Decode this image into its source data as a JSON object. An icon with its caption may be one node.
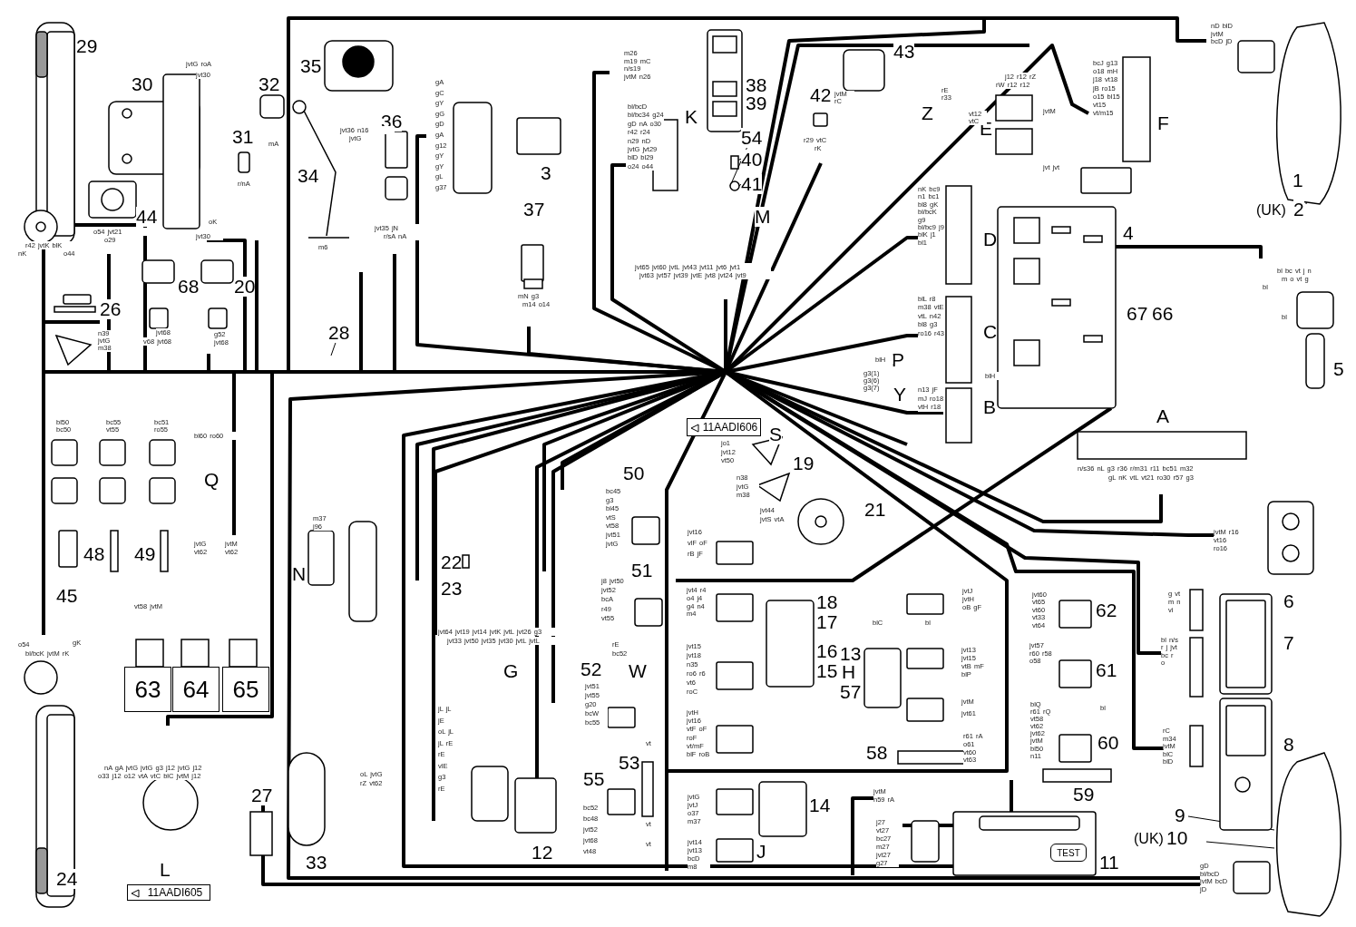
{
  "diagram": {
    "nodes": [
      {
        "text": [
          "63"
        ]
      },
      {
        "text": [
          "64"
        ]
      },
      {
        "text": [
          "65"
        ]
      },
      {
        "text": [
          "11AADI606"
        ]
      },
      {
        "text": [
          "11AADI605"
        ]
      },
      {
        "text": [
          "TEST"
        ]
      }
    ],
    "labels": [
      "29",
      "30",
      "32",
      "31",
      "35",
      "36",
      "34",
      "44",
      "68",
      "20",
      "26",
      "28",
      "3",
      "37",
      "38",
      "39",
      "K",
      "54",
      "40",
      "41",
      "M",
      "42",
      "43",
      "Z",
      "E",
      "F",
      "D",
      "C",
      "B",
      "P",
      "Y",
      "1",
      "(UK)",
      "2",
      "4",
      "67",
      "66",
      "5",
      "A",
      "6",
      "7",
      "8",
      "9",
      "(UK)",
      "10",
      "11",
      "S",
      "19",
      "21",
      "50",
      "51",
      "52",
      "W",
      "53",
      "55",
      "12",
      "22",
      "23",
      "G",
      "N",
      "18",
      "17",
      "16",
      "15",
      "13",
      "H",
      "57",
      "58",
      "62",
      "61",
      "60",
      "59",
      "14",
      "J",
      "Q",
      "48",
      "49",
      "45",
      "24",
      "L",
      "33",
      "27",
      "jvtG roA",
      "jvt30",
      "jvt30",
      "oK",
      "r/nA",
      "mA",
      "jvt36 n16",
      "jvtG",
      "m6",
      "jvt35 jN",
      "r/sA nA",
      "r42 jvtK blK",
      "nK",
      "o44",
      "o54 jvt21",
      "o29",
      "n39 jvtG m38",
      "v68 jvt68",
      "jvt68",
      "g52 jvt68",
      "mN g3",
      "m14 o14",
      "m26 m19 mC n/s19 jvtM n26",
      "gA gC gY gG gD gA g12 gY gY gL g37",
      "bl/bcD bl/bc34 g24 gD nA o30 r42 r24 n29 nD jvtG jvt29 blD bl29 o24 o44",
      "jvt65 jvt60 jvtL jvt43 jvt11 jvt6 jvt1",
      "jvt63 jvt57 jvt39 jvtE jvt8 jvt24 jvt9",
      "jvtM rC",
      "r29 vtC",
      "rK",
      "rE r33",
      "vt12 vtC",
      "j12 r12 rZ",
      "rW r12 r12",
      "jvtM",
      "jvt jvt",
      "bcJ g13 o18 mH j18 vt18 jB ro15 o15 bl15 vt15 vt/m15",
      "nD blD jvtM bcD jD",
      "nK bc9 n1 bc1 bl8 gK bl/bcK g9 bl/bc9 j9 blK j1 bl1",
      "blL r8 m38 vtE vtL n42 bl8 g3 ro16 r43",
      "blH",
      "n13 jF mJ ro18 vtH r18",
      "blH",
      "g3(1) g3(6) g3(7)",
      "bl bc vt j n",
      "m o vt g",
      "bl",
      "bl",
      "n/s36 nL g3 r36 r/m31 r11 bc51 m32",
      "gL nK vtL vt21 ro30 r57 g3",
      "jvtM r16 vt16 ro16",
      "g vt m n vi",
      "bl n/s r j jvt bc r o",
      "rC m34 jvtM blC blD",
      "gD bl/bcD jvtM bcD jD",
      "jvt60 vt65 vt60 vt33 vt64",
      "jvt57 r60 r58 o58",
      "blQ r61 rQ vt58 vt62 jvt62 jvtM bl50 n11",
      "bl",
      "jvtJ jvtH oB gF",
      "blC",
      "bl",
      "jvt13 jvt15 vtB mF blP",
      "jvtM jvt61",
      "r61 rA o61 vt60 vt63",
      "jo1 jvt12 vt50",
      "n38 jvtG m38",
      "jvt44 jvtS vtA",
      "jvtM n59 rA",
      "j27 vt27 bc27 m27 jvt27 g27",
      "jvtG jvtJ o37 m37",
      "jvt14 jvt13 bcD m8",
      "jvt4 r4 o4 j4 g4 n4 m4",
      "jvt15 jvt18 n35 ro6 r6 vt6 roC",
      "jvtH jvt16 vtF oF roF vt/mF blF roB",
      "jvt16 vlF oF rB jF",
      "bc45 g3 bl45 vtS vt58 jvt51 jvtG",
      "j8 jvt50 jvt52 bcA r49 vt55",
      "rE bc52",
      "jvt51 jvt55 g20 bcW bc55",
      "vt",
      "vt",
      "vt",
      "bc52 bc48 jvt52 jvt68 vt48",
      "jvt64 jvt19 jvt14 jvtK jvtL jvt26 g3",
      "jvt33 jvt50 jvt35 jvt30 jvtL jvtL",
      "jL jL jE oL jL jL rE rE vlE g3 rE",
      "oL jvtG rZ vt62",
      "m37 j96",
      "bl50 bc50",
      "bc55 vt55",
      "bc51 ro55",
      "bl60 ro60",
      "jvtG vt62",
      "jvtM vt62",
      "vt58 jvtM",
      "o54",
      "gK",
      "bl/bcK jvtM rK",
      "nA gA jvtG jvtG g3 j12 jvtG j12",
      "o33 j12 o12 vtA vtC blC jvtM j12"
    ]
  }
}
